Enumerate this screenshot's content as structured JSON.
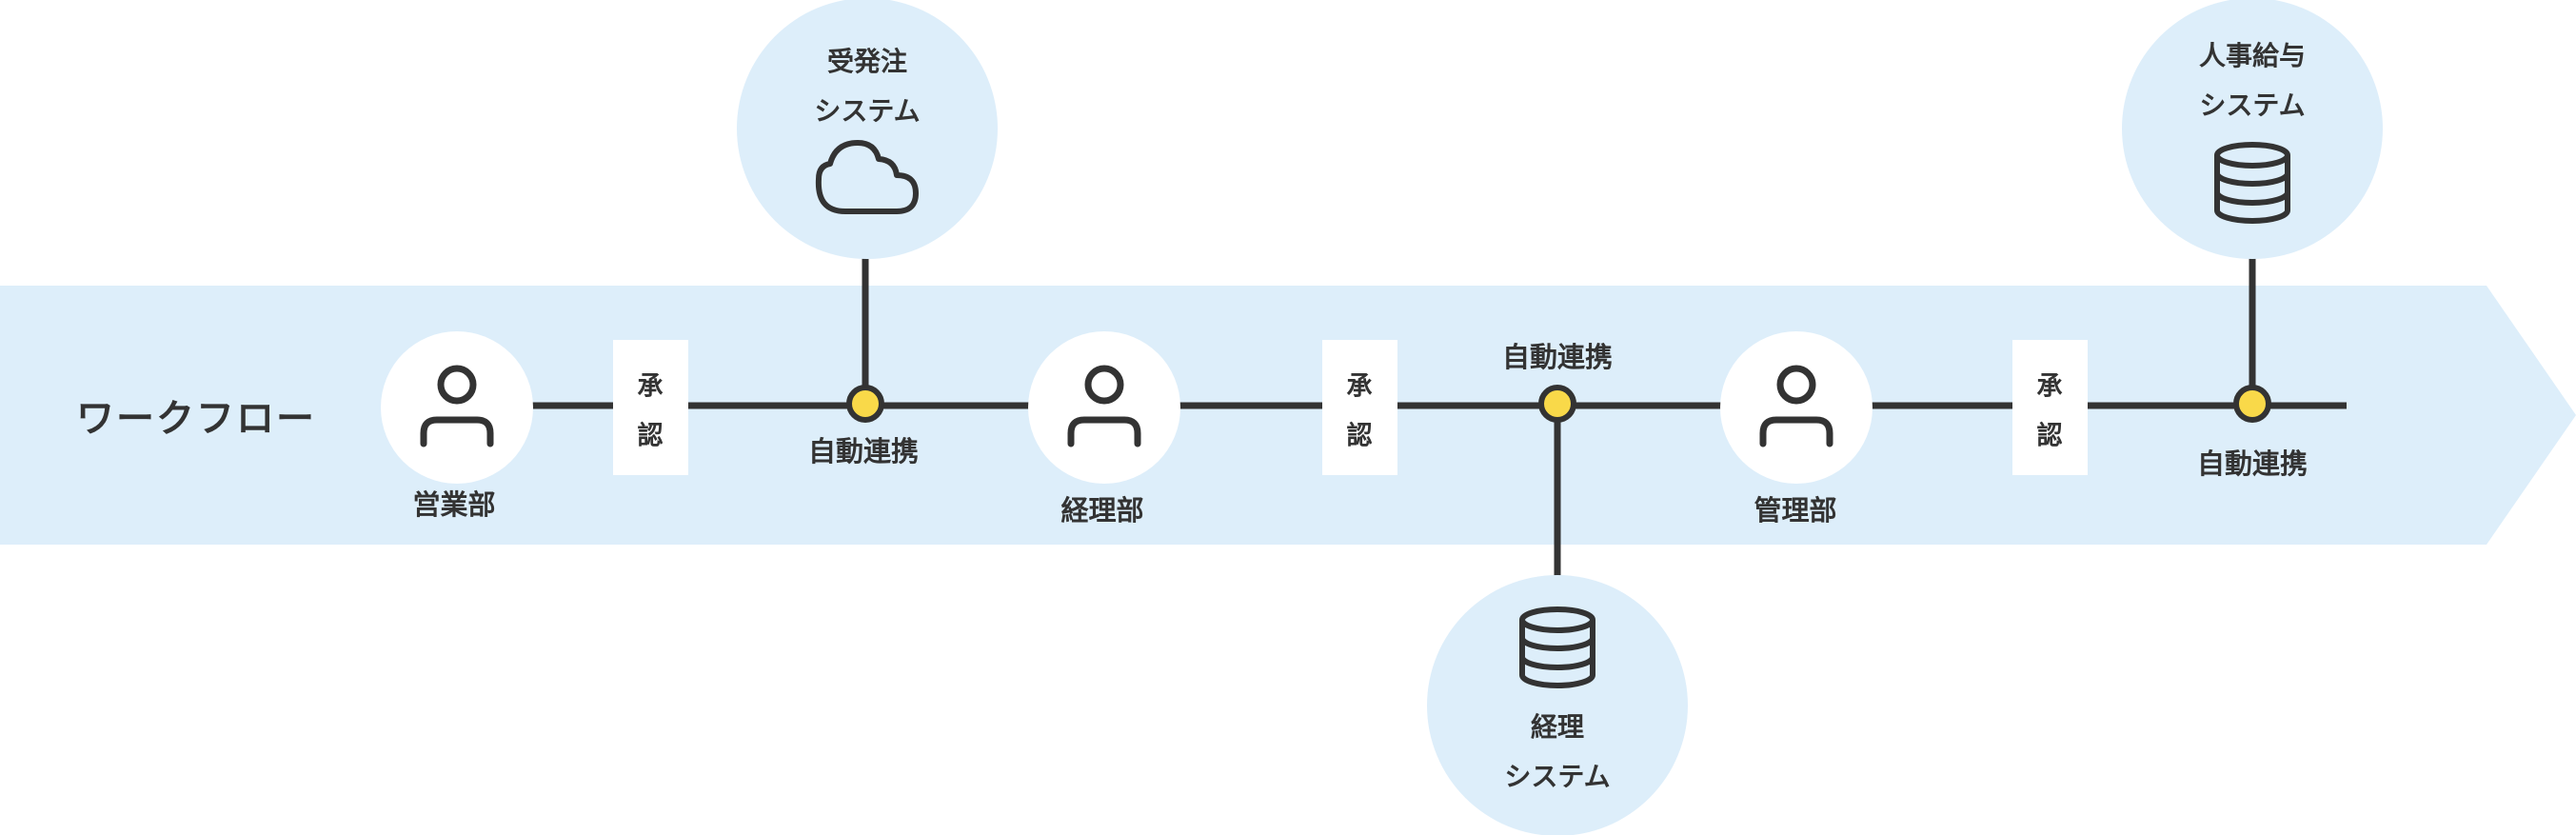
{
  "title": "ワークフロー",
  "departments": [
    {
      "label": "営業部",
      "icon": "person-icon"
    },
    {
      "label": "経理部",
      "icon": "person-icon"
    },
    {
      "label": "管理部",
      "icon": "person-icon"
    }
  ],
  "approvals": [
    {
      "chars": [
        "承",
        "認"
      ]
    },
    {
      "chars": [
        "承",
        "認"
      ]
    },
    {
      "chars": [
        "承",
        "認"
      ]
    }
  ],
  "integration_points": [
    {
      "label": "自動連携"
    },
    {
      "label": "自動連携"
    },
    {
      "label": "自動連携"
    }
  ],
  "systems": [
    {
      "lines": [
        "受発注",
        "システム"
      ],
      "icon": "cloud-icon"
    },
    {
      "lines": [
        "経理",
        "システム"
      ],
      "icon": "database-icon"
    },
    {
      "lines": [
        "人事給与",
        "システム"
      ],
      "icon": "database-icon"
    }
  ],
  "colors": {
    "band": "#ddeefa",
    "line": "#333333",
    "connector_fill": "#f9d949",
    "node_bg": "#ffffff",
    "text": "#333333"
  }
}
